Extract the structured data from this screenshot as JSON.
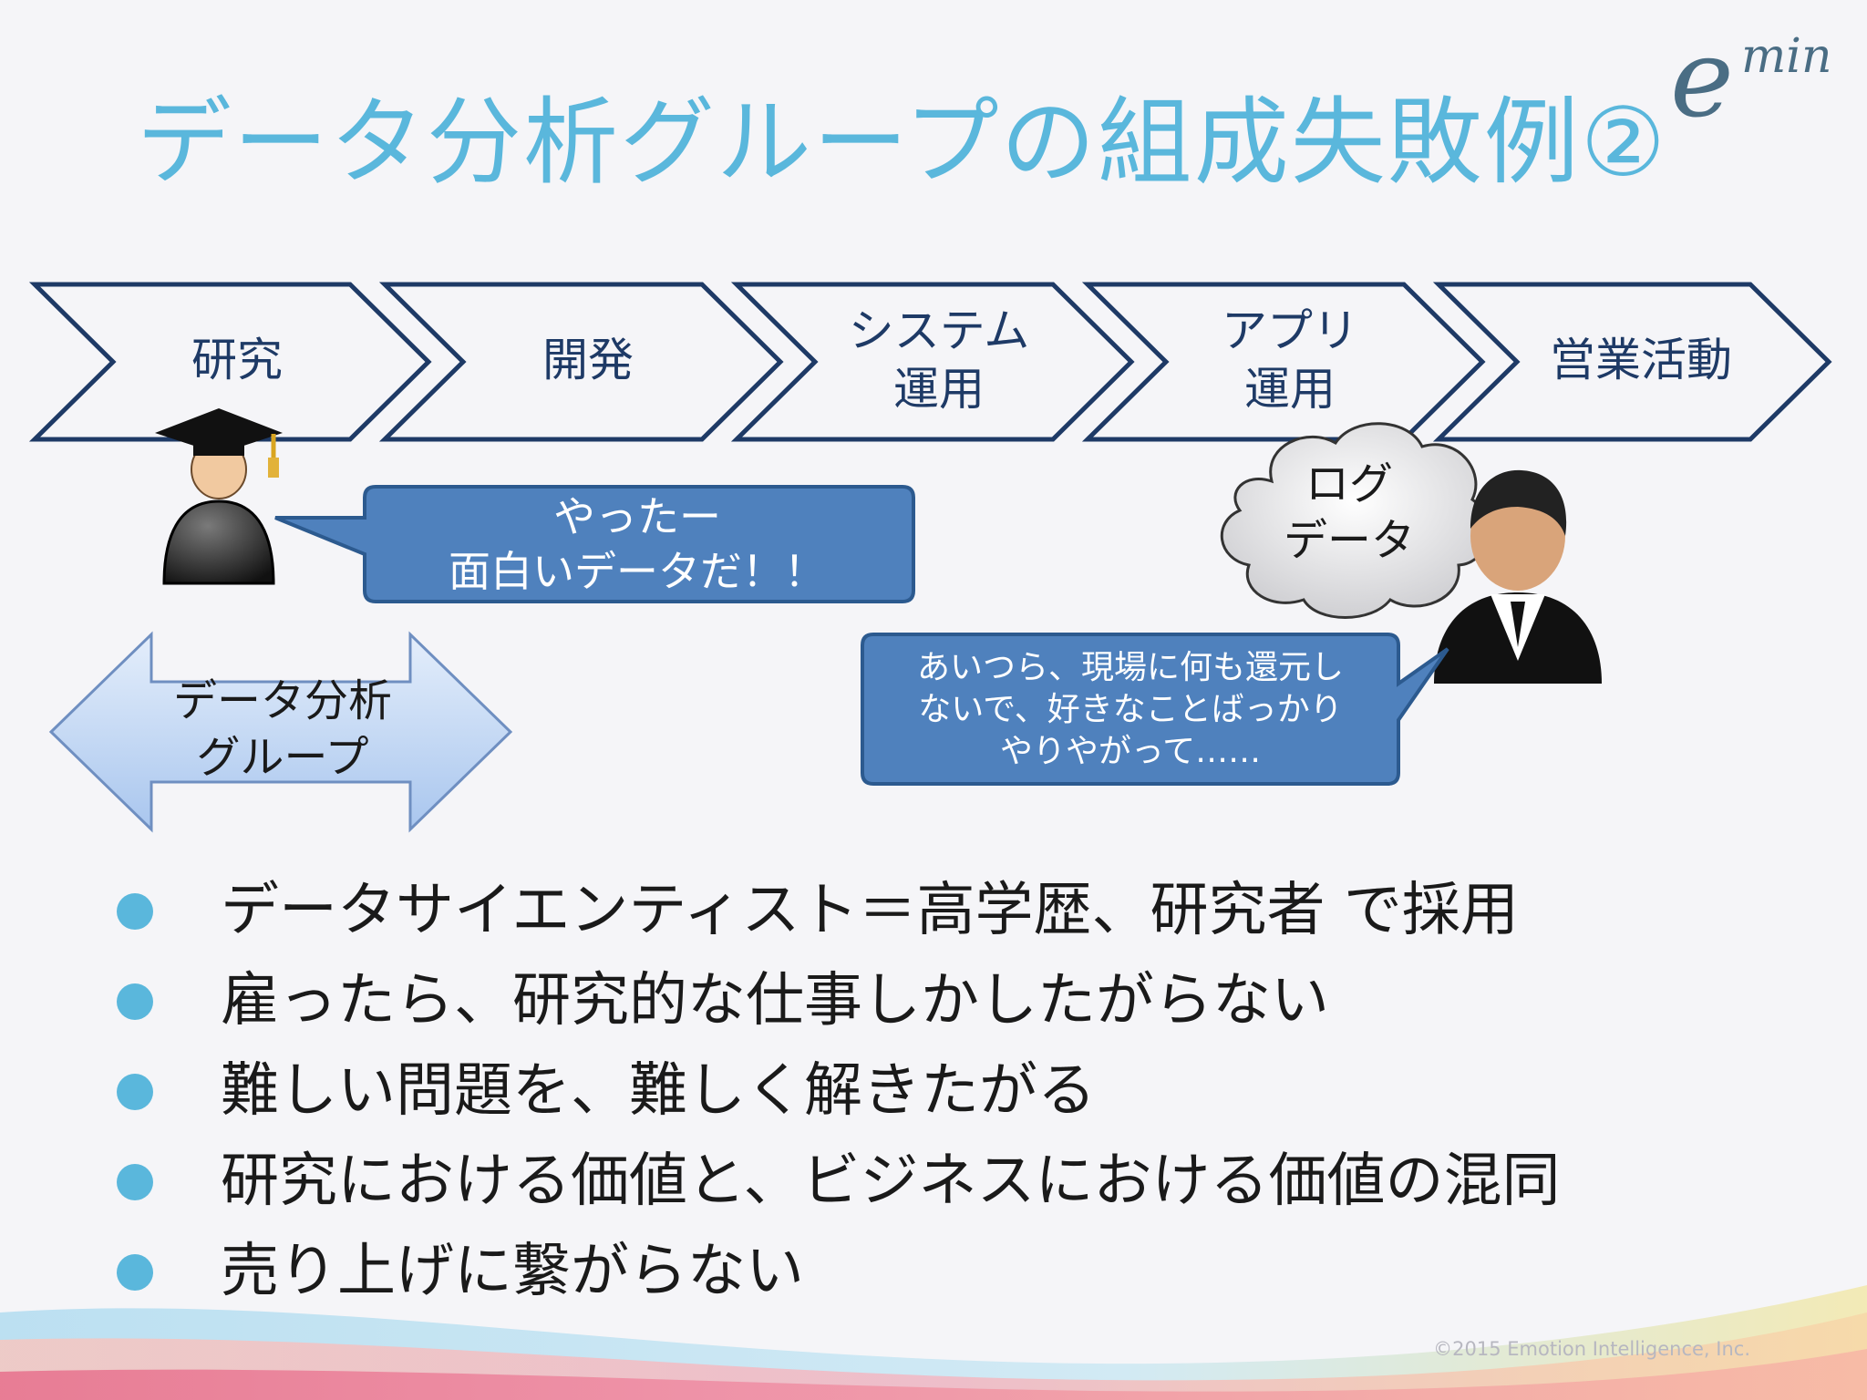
{
  "title": "データ分析グループの組成失敗例②",
  "logo": {
    "e": "e",
    "min": "min"
  },
  "process_steps": [
    "研究",
    "開発",
    "システム\n運用",
    "アプリ\n運用",
    "営業活動"
  ],
  "speech_researcher": "やったー\n面白いデータだ！！",
  "cloud_label": "ログ\nデータ",
  "speech_business": "あいつら、現場に何も還元し\nないで、好きなことばっかり\nやりやがって……",
  "group_arrow_label": "データ分析\nグループ",
  "bullets": [
    "データサイエンティスト＝高学歴、研究者 で採用",
    "雇ったら、研究的な仕事しかしたがらない",
    "難しい問題を、難しく解きたがる",
    "研究における価値と、ビジネスにおける価値の混同",
    "売り上げに繋がらない"
  ],
  "copyright": "©2015 Emotion Intelligence, Inc.",
  "colors": {
    "title": "#5ab7dc",
    "chevron_stroke": "#1e3a66",
    "bubble_fill": "#4f81bd",
    "bullet_dot": "#5ab7dc"
  }
}
